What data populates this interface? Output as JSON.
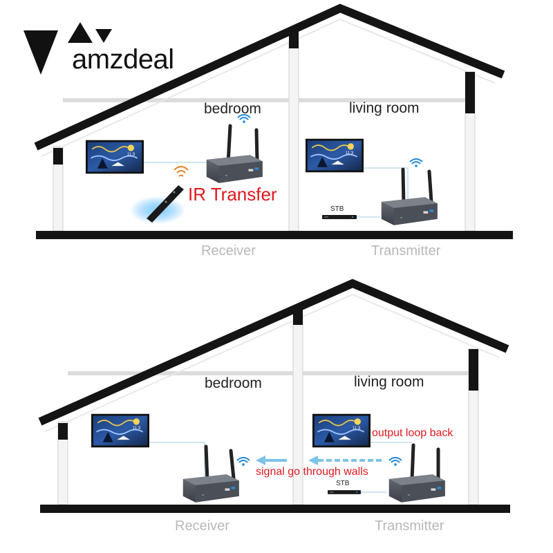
{
  "brand": {
    "name": "amzdeal"
  },
  "top_scene": {
    "room_left": "bedroom",
    "room_right": "living room",
    "feature_label": "IR Transfer",
    "stb_label": "STB",
    "receiver_label": "Receiver",
    "transmitter_label": "Transmitter",
    "tv_clock": "11:3"
  },
  "bottom_scene": {
    "room_left": "bedroom",
    "room_right": "living room",
    "loop_label": "output loop back",
    "signal_label": "signal go through walls",
    "stb_label": "STB",
    "receiver_label": "Receiver",
    "transmitter_label": "Transmitter",
    "tv_clock": "11:3"
  },
  "colors": {
    "roof": "#141414",
    "wall_fill": "#ffffff",
    "ceiling": "#dcdcdc",
    "red_text": "#e0191e",
    "wifi_blue": "#1e86d6",
    "signal_arrow": "#7cc3e8",
    "device_body": "#4a4f58",
    "role_text": "#b8b8b8"
  },
  "icons": [
    "amzdeal-logo-icon",
    "wifi-icon",
    "remote-control-icon",
    "tv-icon",
    "stb-icon",
    "antenna-icon",
    "arrow-left-icon"
  ]
}
